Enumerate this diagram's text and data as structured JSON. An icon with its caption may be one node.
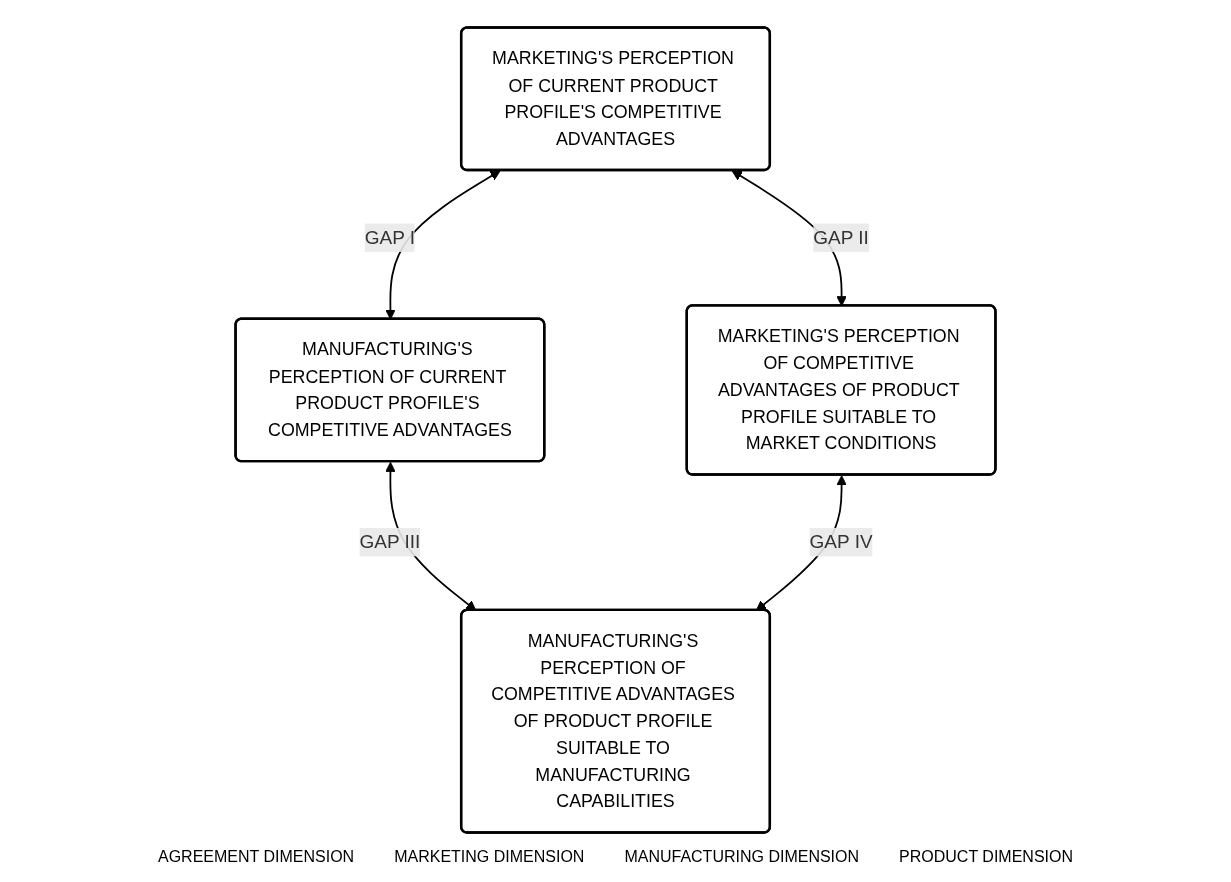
{
  "diagram": {
    "nodes": [
      {
        "text": [
          "MARKETING'S PERCEPTION OF CURRENT PRODUCT PROFILE'S COMPETITIVE ADVANTAGES"
        ]
      },
      {
        "text": [
          "MANUFACTURING'S PERCEPTION OF CURRENT PRODUCT PROFILE'S COMPETITIVE ADVANTAGES"
        ]
      },
      {
        "text": [
          "MARKETING'S PERCEPTION OF COMPETITIVE ADVANTAGES OF PRODUCT PROFILE SUITABLE TO MARKET CONDITIONS"
        ]
      },
      {
        "text": [
          "MANUFACTURING'S PERCEPTION OF COMPETITIVE ADVANTAGES OF PRODUCT PROFILE SUITABLE TO MANUFACTURING CAPABILITIES"
        ]
      }
    ],
    "edges": [
      {
        "from": 0,
        "to": 1,
        "arrow": "both",
        "label": "GAP I"
      },
      {
        "from": 0,
        "to": 2,
        "arrow": "both",
        "label": "GAP II"
      },
      {
        "from": 1,
        "to": 3,
        "arrow": "both",
        "label": "GAP III"
      },
      {
        "from": 2,
        "to": 3,
        "arrow": "both",
        "label": "GAP IV"
      }
    ],
    "labels": [
      "AGREEMENT DIMENSION",
      "MARKETING DIMENSION",
      "MANUFACTURING DIMENSION",
      "PRODUCT DIMENSION"
    ]
  }
}
